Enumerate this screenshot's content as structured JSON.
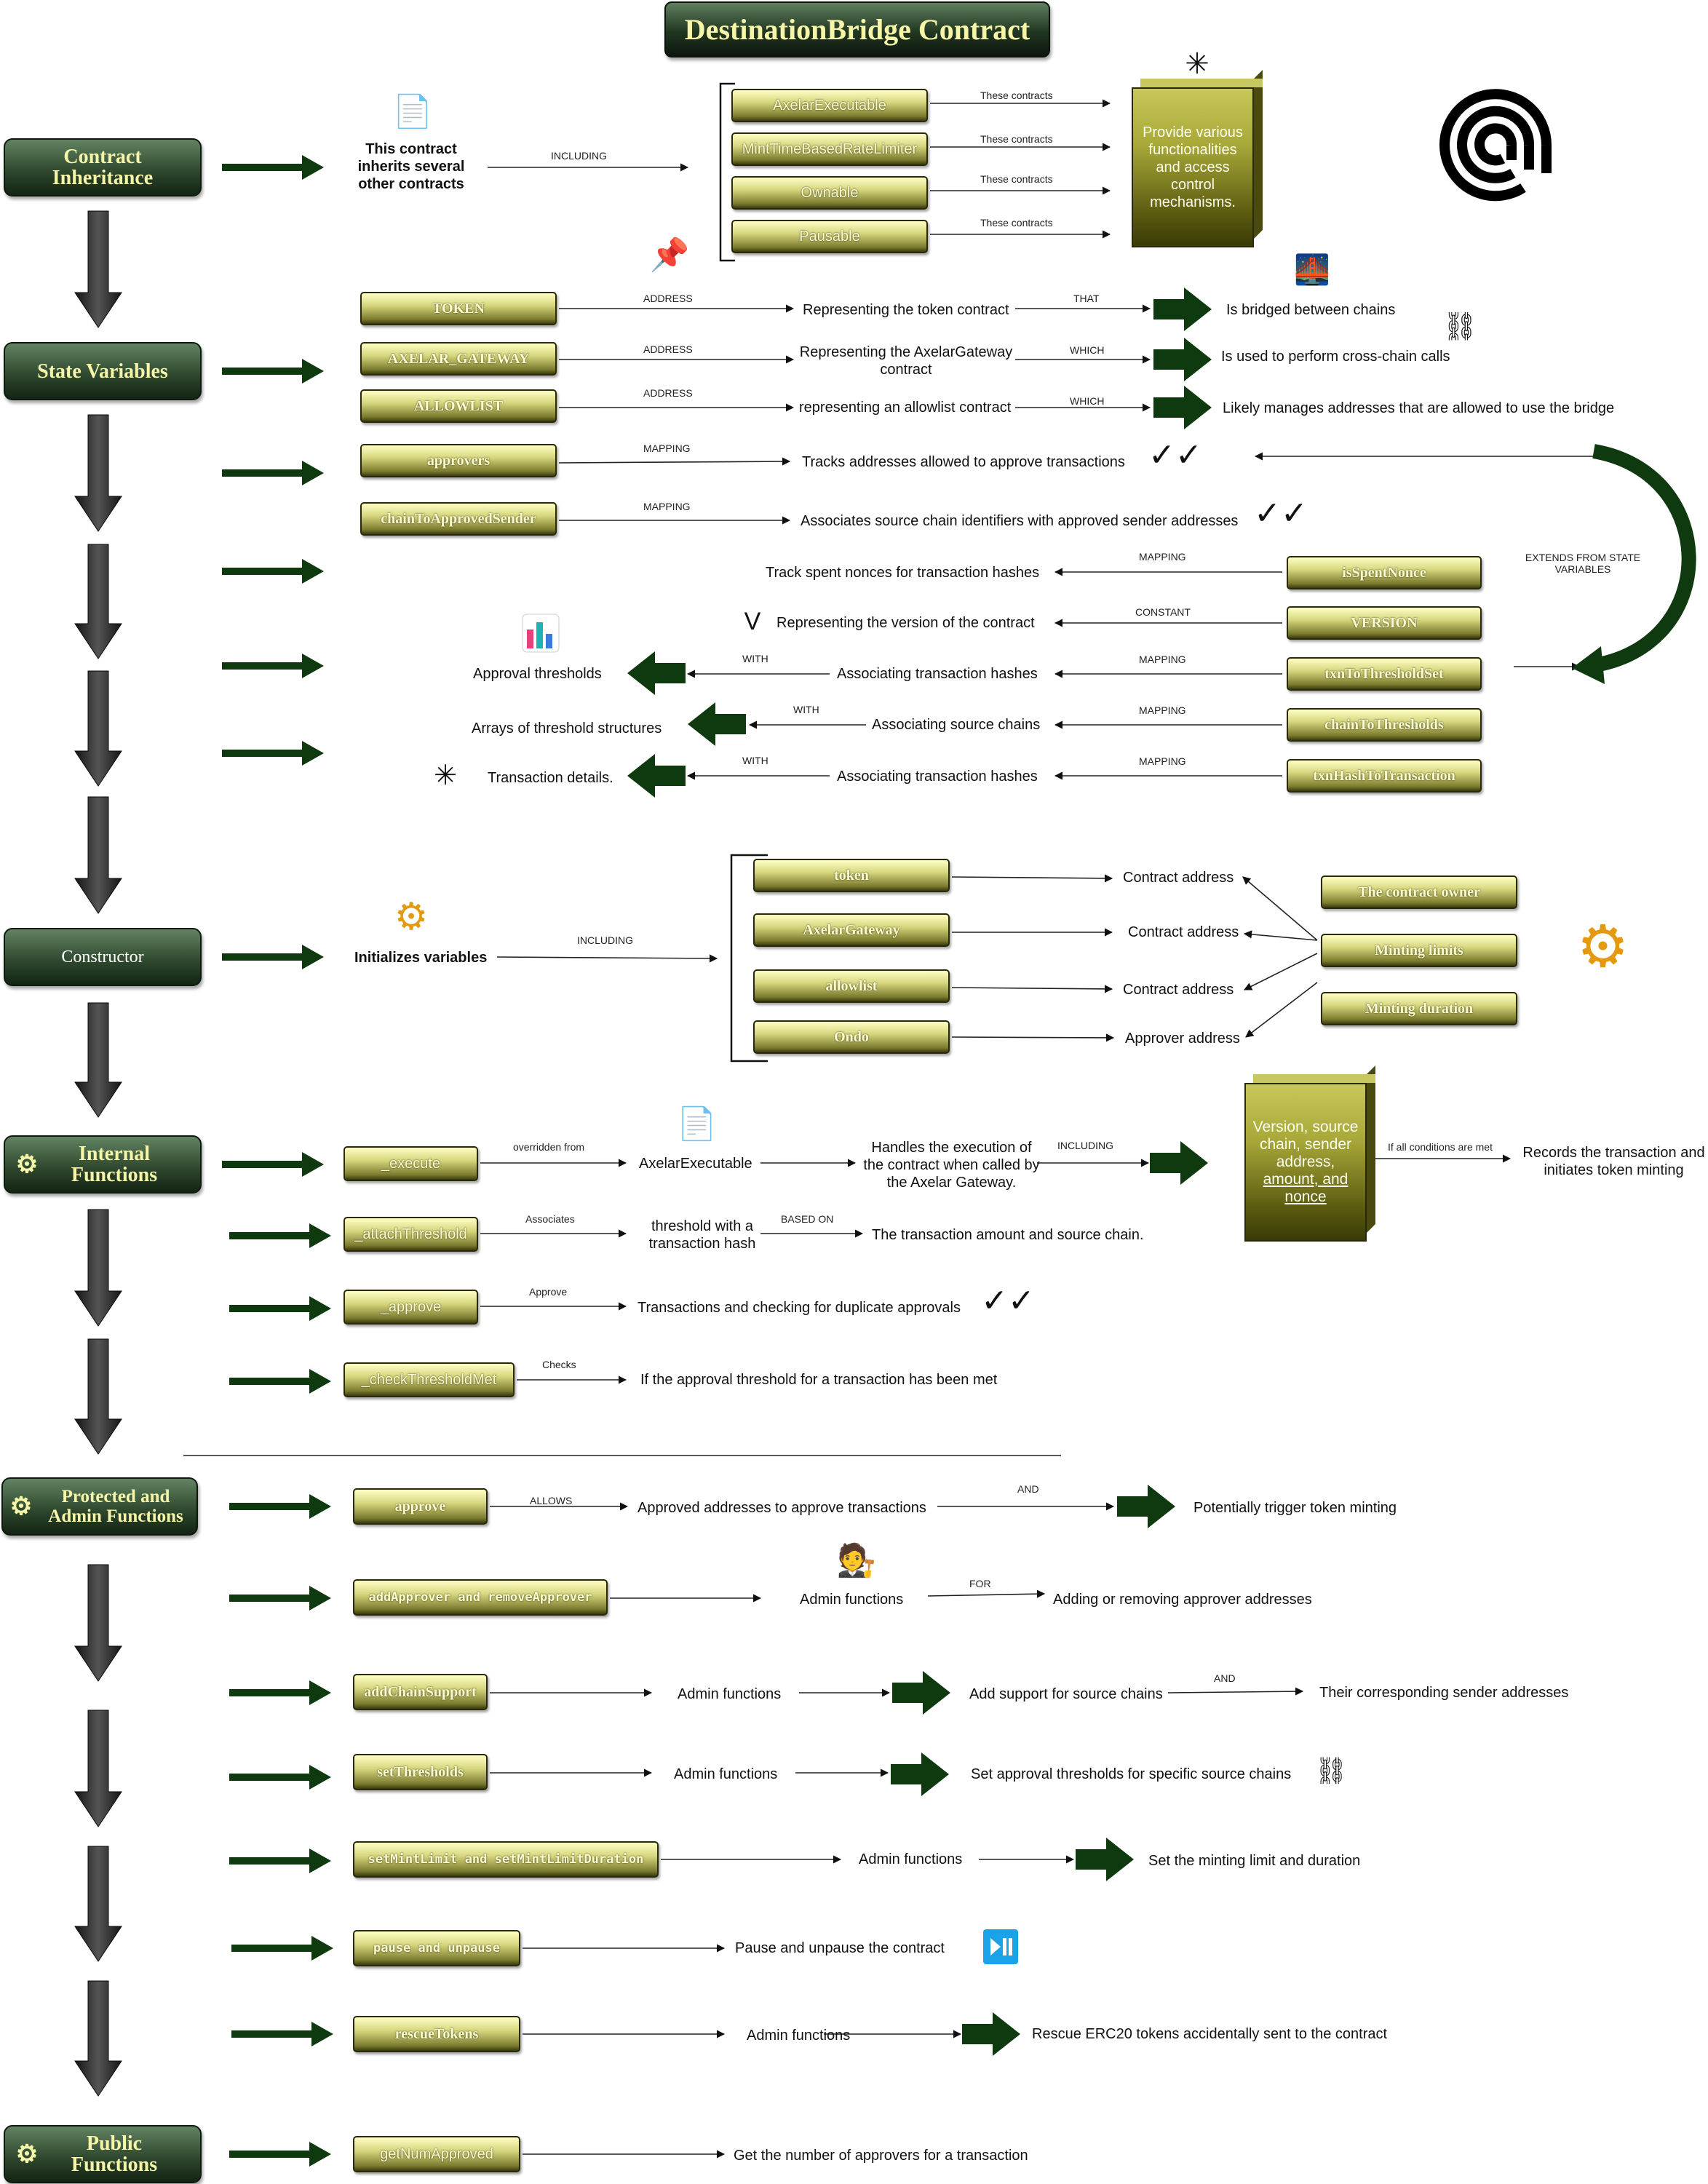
{
  "title": "DestinationBridge Contract",
  "sections": {
    "inheritance": "Contract Inheritance",
    "state": "State Variables",
    "constructor": "Constructor",
    "internal": "Internal Functions",
    "protected": "Protected and Admin Functions",
    "public": "Public Functions"
  },
  "inheritance": {
    "desc": "This contract inherits several other contracts",
    "including": "INCLUDING",
    "items": [
      "AxelarExecutable",
      "MintTimeBasedRateLimiter",
      "Ownable",
      "Pausable"
    ],
    "edge": "These contracts",
    "result": "Provide various functionalities and access control mechanisms."
  },
  "state": {
    "rows": [
      {
        "name": "TOKEN",
        "edge": "ADDRESS",
        "desc": "Representing the token contract",
        "edge2": "THAT",
        "result": "Is bridged between chains"
      },
      {
        "name": "AXELAR_GATEWAY",
        "edge": "ADDRESS",
        "desc": "Representing the AxelarGateway contract",
        "edge2": "WHICH",
        "result": "Is used to perform cross-chain calls"
      },
      {
        "name": "ALLOWLIST",
        "edge": "ADDRESS",
        "desc": "representing an allowlist contract",
        "edge2": "WHICH",
        "result": "Likely manages addresses that are allowed to use the bridge"
      },
      {
        "name": "approvers",
        "edge": "MAPPING",
        "desc": "Tracks addresses allowed to approve transactions"
      },
      {
        "name": "chainToApprovedSender",
        "edge": "MAPPING",
        "desc": "Associates source chain identifiers with approved sender addresses"
      }
    ],
    "extends": "EXTENDS FROM STATE VARIABLES",
    "right_rows": [
      {
        "name": "isSpentNonce",
        "edge": "MAPPING",
        "desc": "Track spent nonces for transaction hashes"
      },
      {
        "name": "VERSION",
        "edge": "CONSTANT",
        "desc": "Representing the version of the contract"
      },
      {
        "name": "txnToThresholdSet",
        "edge": "MAPPING",
        "desc": "Associating transaction hashes",
        "edge2": "WITH",
        "result": "Approval thresholds"
      },
      {
        "name": "chainToThresholds",
        "edge": "MAPPING",
        "desc": "Associating source chains",
        "edge2": "WITH",
        "result": "Arrays of threshold structures"
      },
      {
        "name": "txnHashToTransaction",
        "edge": "MAPPING",
        "desc": "Associating transaction hashes",
        "edge2": "WITH",
        "result": "Transaction details."
      }
    ],
    "v_glyph": "V"
  },
  "ctor": {
    "desc": "Initializes variables",
    "including": "INCLUDING",
    "params": [
      "token",
      "AxelarGateway",
      "allowlist",
      "Ondo"
    ],
    "param_desc": [
      "Contract address",
      "Contract address",
      "Contract address",
      "Approver address"
    ],
    "settings": [
      "The contract owner",
      "Minting limits",
      "Minting duration"
    ]
  },
  "internal": {
    "execute": {
      "name": "_execute",
      "edge": "overridden from",
      "target": "AxelarExecutable",
      "desc": "Handles the execution of the contract when called by the Axelar Gateway.",
      "edge2": "INCLUDING",
      "cube_text": "Version, source chain, sender address, ",
      "cube_link": "amount, and nonce",
      "edge3": "If all conditions are met",
      "result": "Records the transaction and initiates token minting"
    },
    "attach": {
      "name": "_attachThreshold",
      "edge": "Associates",
      "target": "threshold with a transaction hash",
      "edge2": "BASED ON",
      "desc": "The transaction amount and source chain."
    },
    "approve": {
      "name": "_approve",
      "edge": "Approve",
      "desc": "Transactions and checking for duplicate approvals"
    },
    "check": {
      "name": "_checkThresholdMet",
      "edge": "Checks",
      "desc": "If the approval threshold for a transaction has been met"
    }
  },
  "protected": {
    "approve": {
      "name": "approve",
      "edge": "ALLOWS",
      "desc": "Approved addresses to approve transactions",
      "edge2": "AND",
      "result": "Potentially trigger token minting"
    },
    "addApprover": {
      "name": "addApprover and removeApprover",
      "desc": "Admin functions",
      "edge2": "FOR",
      "result": "Adding or removing approver addresses"
    },
    "addChain": {
      "name": "addChainSupport",
      "desc": "Admin functions",
      "result": "Add support for source chains",
      "edge2": "AND",
      "result2": "Their corresponding sender addresses"
    },
    "setThresholds": {
      "name": "setThresholds",
      "desc": "Admin functions",
      "result": "Set approval thresholds for specific source chains"
    },
    "setMint": {
      "name": "setMintLimit and setMintLimitDuration",
      "desc": "Admin functions",
      "result": "Set the minting limit and duration"
    },
    "pause": {
      "name": "pause and unpause",
      "desc": "Pause and unpause the contract"
    },
    "rescue": {
      "name": "rescueTokens",
      "desc": "Admin functions",
      "result": "Rescue ERC20 tokens accidentally sent to the contract"
    }
  },
  "public": {
    "getNum": {
      "name": "getNumApproved",
      "desc": "Get the number of approvers for a transaction"
    }
  },
  "icons": {
    "document": "document-icon",
    "pin": "pushpin-icon",
    "bridge": "bridge-night-icon",
    "chain": "chain-link-icon",
    "check": "double-check-icon",
    "chart": "bar-chart-icon",
    "asterisk": "asterisk-icon",
    "gear": "gear-icon",
    "admin": "admin-person-icon",
    "playpause": "play-pause-icon",
    "logo": "axelar-logo-icon"
  },
  "colors": {
    "section_green": "#2c452c",
    "arrow_green": "#0f3a0f",
    "box_olive": "#d6d67e",
    "title_text": "#f6f5a8"
  }
}
